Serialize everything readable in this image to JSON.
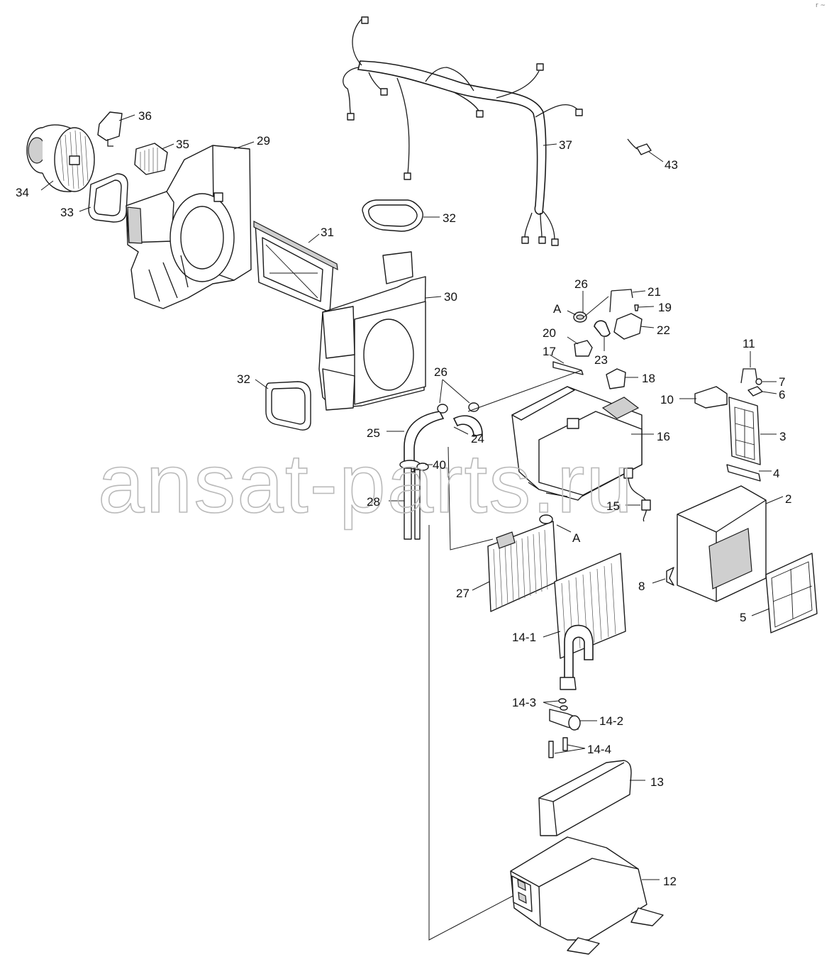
{
  "watermark": "ansat-parts.ru",
  "corner_mark": "r ~",
  "callouts": [
    {
      "id": "37",
      "text": "37"
    },
    {
      "id": "43",
      "text": "43"
    },
    {
      "id": "36",
      "text": "36"
    },
    {
      "id": "35",
      "text": "35"
    },
    {
      "id": "29",
      "text": "29"
    },
    {
      "id": "34",
      "text": "34"
    },
    {
      "id": "33",
      "text": "33"
    },
    {
      "id": "32a",
      "text": "32"
    },
    {
      "id": "31",
      "text": "31"
    },
    {
      "id": "30",
      "text": "30"
    },
    {
      "id": "32b",
      "text": "32"
    },
    {
      "id": "26a",
      "text": "26"
    },
    {
      "id": "A1",
      "text": "A"
    },
    {
      "id": "21",
      "text": "21"
    },
    {
      "id": "19",
      "text": "19"
    },
    {
      "id": "22",
      "text": "22"
    },
    {
      "id": "20",
      "text": "20"
    },
    {
      "id": "23",
      "text": "23"
    },
    {
      "id": "17",
      "text": "17"
    },
    {
      "id": "18",
      "text": "18"
    },
    {
      "id": "11",
      "text": "11"
    },
    {
      "id": "7",
      "text": "7"
    },
    {
      "id": "6",
      "text": "6"
    },
    {
      "id": "10",
      "text": "10"
    },
    {
      "id": "26b",
      "text": "26"
    },
    {
      "id": "16",
      "text": "16"
    },
    {
      "id": "3",
      "text": "3"
    },
    {
      "id": "25",
      "text": "25"
    },
    {
      "id": "24",
      "text": "24"
    },
    {
      "id": "40",
      "text": "40"
    },
    {
      "id": "4",
      "text": "4"
    },
    {
      "id": "28",
      "text": "28"
    },
    {
      "id": "15",
      "text": "15"
    },
    {
      "id": "2",
      "text": "2"
    },
    {
      "id": "A2",
      "text": "A"
    },
    {
      "id": "27",
      "text": "27"
    },
    {
      "id": "8",
      "text": "8"
    },
    {
      "id": "5",
      "text": "5"
    },
    {
      "id": "14-1",
      "text": "14-1"
    },
    {
      "id": "14-3",
      "text": "14-3"
    },
    {
      "id": "14-2",
      "text": "14-2"
    },
    {
      "id": "14-4",
      "text": "14-4"
    },
    {
      "id": "13",
      "text": "13"
    },
    {
      "id": "12",
      "text": "12"
    }
  ]
}
